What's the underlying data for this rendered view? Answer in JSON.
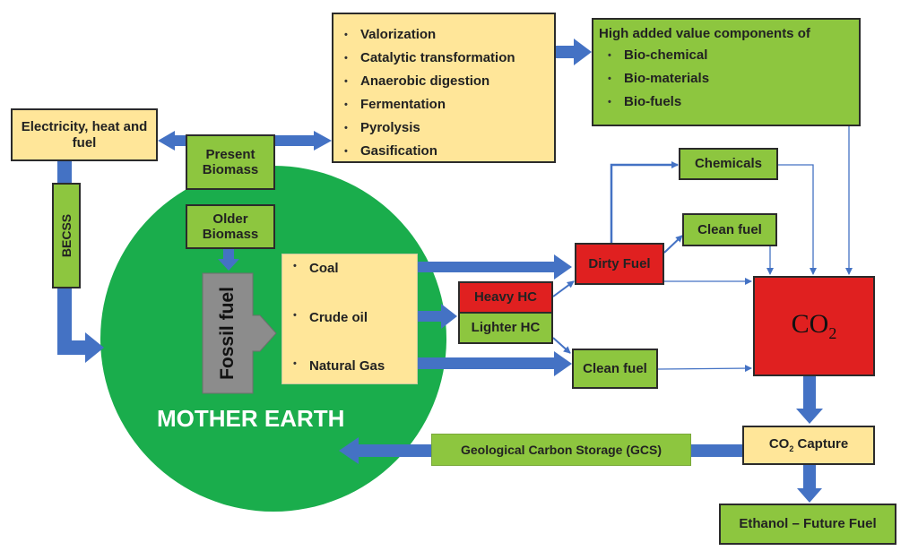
{
  "colors": {
    "earth": "#1aad4c",
    "arrow": "#4472c4",
    "box_yellow": "#ffe699",
    "box_green": "#8dc63f",
    "box_red": "#e02020",
    "fossil_gray": "#8c8c8c"
  },
  "earth": {
    "label": "MOTHER EARTH"
  },
  "electricity": {
    "label": "Electricity, heat and fuel"
  },
  "becss": {
    "label": "BECSS"
  },
  "present_biomass": {
    "label": "Present Biomass"
  },
  "older_biomass": {
    "label": "Older Biomass"
  },
  "fossil_fuel": {
    "label": "Fossil fuel"
  },
  "processes": {
    "items": [
      "Valorization",
      "Catalytic transformation",
      "Anaerobic digestion",
      "Fermentation",
      "Pyrolysis",
      "Gasification"
    ]
  },
  "high_value": {
    "title": "High added value components of",
    "items": [
      "Bio-chemical",
      "Bio-materials",
      "Bio-fuels"
    ]
  },
  "fossil_types": {
    "items": [
      "Coal",
      "Crude oil",
      "Natural Gas"
    ]
  },
  "heavy_hc": {
    "label": "Heavy HC"
  },
  "lighter_hc": {
    "label": "Lighter HC"
  },
  "dirty_fuel": {
    "label": "Dirty Fuel"
  },
  "chemicals": {
    "label": "Chemicals"
  },
  "clean_fuel_top": {
    "label": "Clean fuel"
  },
  "clean_fuel_bottom": {
    "label": "Clean fuel"
  },
  "co2": {
    "text": "CO",
    "sub": "2"
  },
  "co2_capture": {
    "prefix": "CO",
    "sub": "2",
    "suffix": " Capture"
  },
  "gcs": {
    "label": "Geological Carbon Storage (GCS)"
  },
  "ethanol": {
    "label": "Ethanol – Future Fuel"
  }
}
